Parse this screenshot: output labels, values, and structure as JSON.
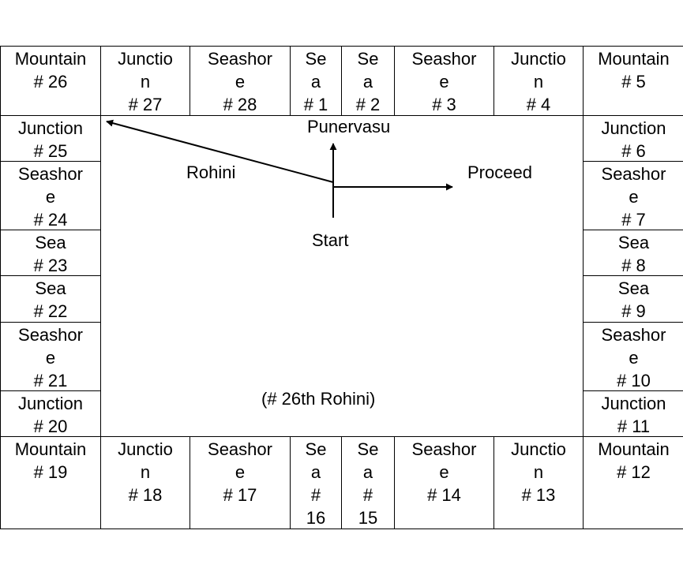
{
  "board": {
    "top_row": [
      {
        "lines": [
          "Mountain",
          "# 26"
        ]
      },
      {
        "lines": [
          "Junctio",
          "n",
          "# 27"
        ]
      },
      {
        "lines": [
          "Seashor",
          "e",
          "# 28"
        ]
      },
      {
        "lines": [
          "Se",
          "a",
          "# 1"
        ]
      },
      {
        "lines": [
          "Se",
          "a",
          "# 2"
        ]
      },
      {
        "lines": [
          "Seashor",
          "e",
          "# 3"
        ]
      },
      {
        "lines": [
          "Junctio",
          "n",
          "# 4"
        ]
      },
      {
        "lines": [
          "Mountain",
          "# 5"
        ]
      }
    ],
    "left_column": [
      {
        "lines": [
          "Junction",
          "# 25"
        ]
      },
      {
        "lines": [
          "Seashor",
          "e",
          "# 24"
        ]
      },
      {
        "lines": [
          "Sea",
          "# 23"
        ]
      },
      {
        "lines": [
          "Sea",
          "# 22"
        ]
      },
      {
        "lines": [
          "Seashor",
          "e",
          "# 21"
        ]
      },
      {
        "lines": [
          "Junction",
          "# 20"
        ]
      }
    ],
    "right_column": [
      {
        "lines": [
          "Junction",
          "# 6"
        ]
      },
      {
        "lines": [
          "Seashor",
          "e",
          "# 7"
        ]
      },
      {
        "lines": [
          "Sea",
          "# 8"
        ]
      },
      {
        "lines": [
          "Sea",
          "# 9"
        ]
      },
      {
        "lines": [
          "Seashor",
          "e",
          "# 10"
        ]
      },
      {
        "lines": [
          "Junction",
          "# 11"
        ]
      }
    ],
    "bottom_row": [
      {
        "lines": [
          "Mountain",
          "# 19"
        ]
      },
      {
        "lines": [
          "Junctio",
          "n",
          "# 18"
        ]
      },
      {
        "lines": [
          "Seashor",
          "e",
          "# 17"
        ]
      },
      {
        "lines": [
          "Se",
          "a",
          "#",
          "16"
        ]
      },
      {
        "lines": [
          "Se",
          "a",
          "#",
          "15"
        ]
      },
      {
        "lines": [
          "Seashor",
          "e",
          "# 14"
        ]
      },
      {
        "lines": [
          "Junctio",
          "n",
          "# 13"
        ]
      },
      {
        "lines": [
          "Mountain",
          "# 12"
        ]
      }
    ]
  },
  "center": {
    "punervasu": "Punervasu",
    "rohini": "Rohini",
    "proceed": "Proceed",
    "start": "Start",
    "note": "(# 26th Rohini)"
  }
}
